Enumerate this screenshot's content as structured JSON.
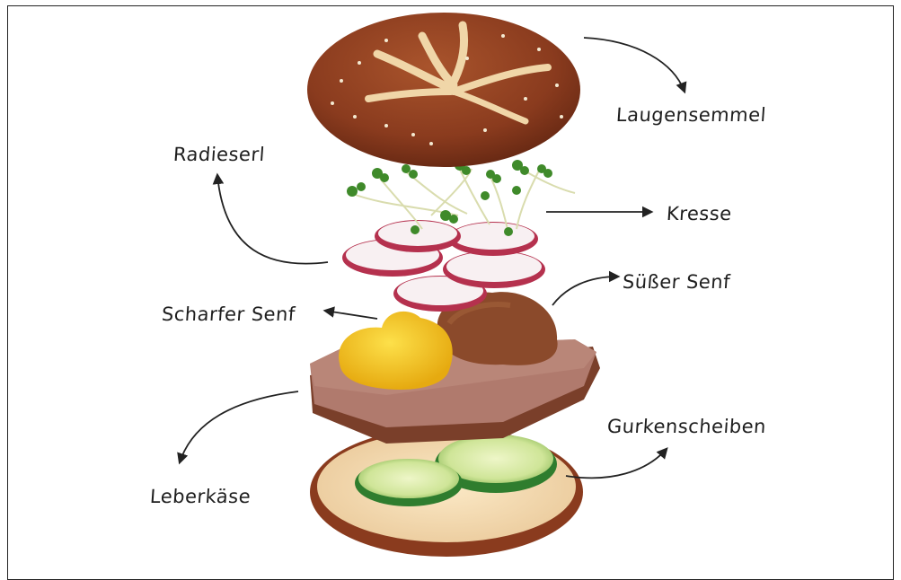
{
  "labels": {
    "bun_top": "Laugensemmel",
    "radish": "Radieserl",
    "cress": "Kresse",
    "sweet_mustard": "Süßer Senf",
    "hot_mustard": "Scharfer Senf",
    "meatloaf": "Leberkäse",
    "cucumber": "Gurkenscheiben"
  },
  "colors": {
    "pretzel_bun": "#8a3b1e",
    "bun_crumb": "#f3dcb1",
    "leberkaese": "#b07a6d",
    "leberkaese_crust": "#7a3f2a",
    "hot_mustard": "#f2c21b",
    "sweet_mustard": "#8b4a2b",
    "radish_skin": "#b5314e",
    "cucumber": "#2f7d2e",
    "cress": "#3f8a2a"
  }
}
